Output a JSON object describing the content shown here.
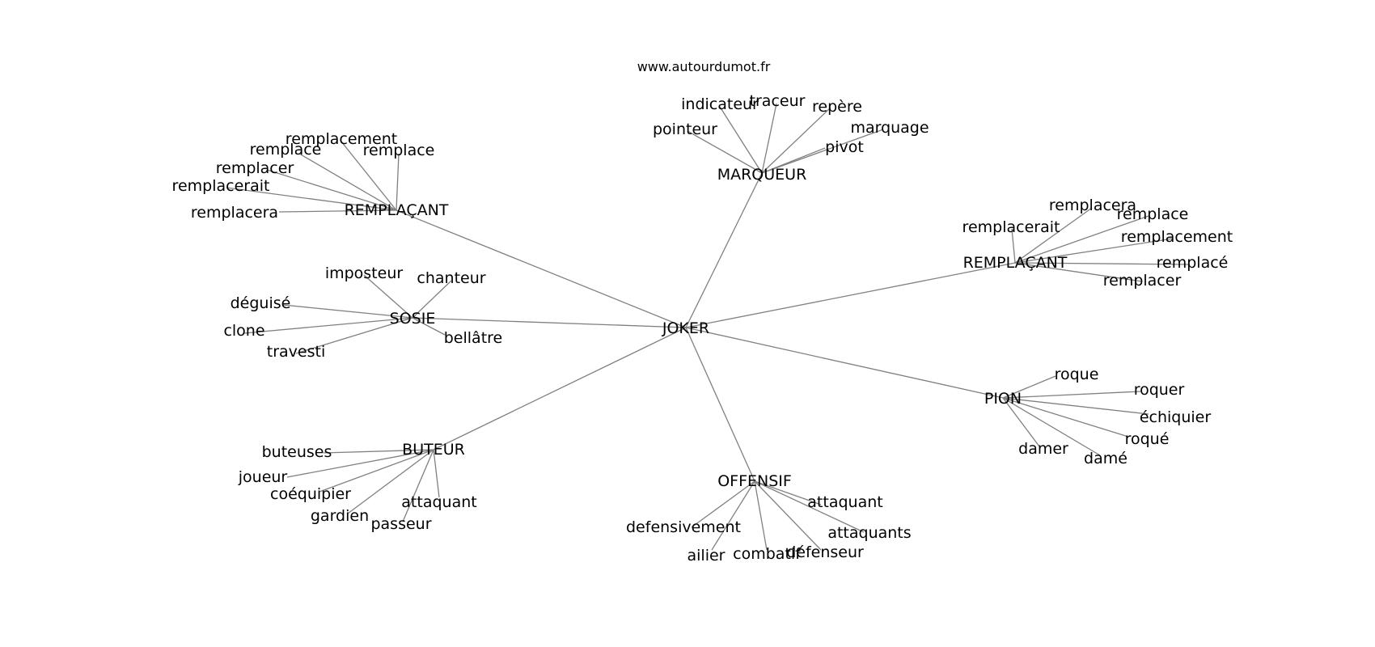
{
  "source": "www.autourdumot.fr",
  "graph": {
    "center": {
      "id": "joker",
      "label": "JOKER"
    },
    "groups": [
      {
        "id": "remplacant-a",
        "label": "REMPLAÇANT",
        "leaves": [
          "remplacement",
          "remplace",
          "remplace",
          "remplacer",
          "remplacerait",
          "remplacera"
        ]
      },
      {
        "id": "marqueur",
        "label": "MARQUEUR",
        "leaves": [
          "indicateur",
          "traceur",
          "repère",
          "pointeur",
          "marquage",
          "pivot"
        ]
      },
      {
        "id": "remplacant-b",
        "label": "REMPLAÇANT",
        "leaves": [
          "remplacera",
          "remplacerait",
          "remplace",
          "remplacement",
          "remplacé",
          "remplacer"
        ]
      },
      {
        "id": "sosie",
        "label": "SOSIE",
        "leaves": [
          "imposteur",
          "chanteur",
          "déguisé",
          "clone",
          "travesti",
          "bellâtre"
        ]
      },
      {
        "id": "pion",
        "label": "PION",
        "leaves": [
          "roque",
          "roquer",
          "échiquier",
          "roqué",
          "damer",
          "damé"
        ]
      },
      {
        "id": "buteur",
        "label": "BUTEUR",
        "leaves": [
          "buteuses",
          "joueur",
          "coéquipier",
          "gardien",
          "passeur",
          "attaquant"
        ]
      },
      {
        "id": "offensif",
        "label": "OFFENSIF",
        "leaves": [
          "attaquant",
          "attaquants",
          "défenseur",
          "combatif",
          "ailier",
          "defensivement"
        ]
      }
    ]
  }
}
